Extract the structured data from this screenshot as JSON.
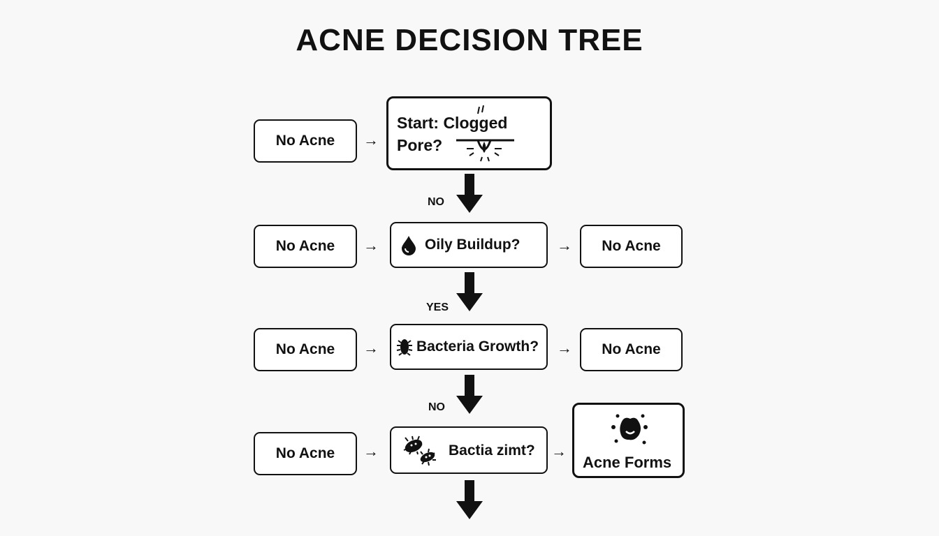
{
  "title": "ACNE DECISION TREE",
  "nodes": {
    "start_line1": "Start: Clogged",
    "start_line2": "Pore?",
    "oily": "Oily Buildup?",
    "bacteria": "Bacteria Growth?",
    "bactia": "Bactia zimt?",
    "acne_forms": "Acne Forms",
    "no_acne": "No Acne"
  },
  "branches": [
    "NO",
    "YES",
    "NO"
  ],
  "arrow_glyph": "→"
}
